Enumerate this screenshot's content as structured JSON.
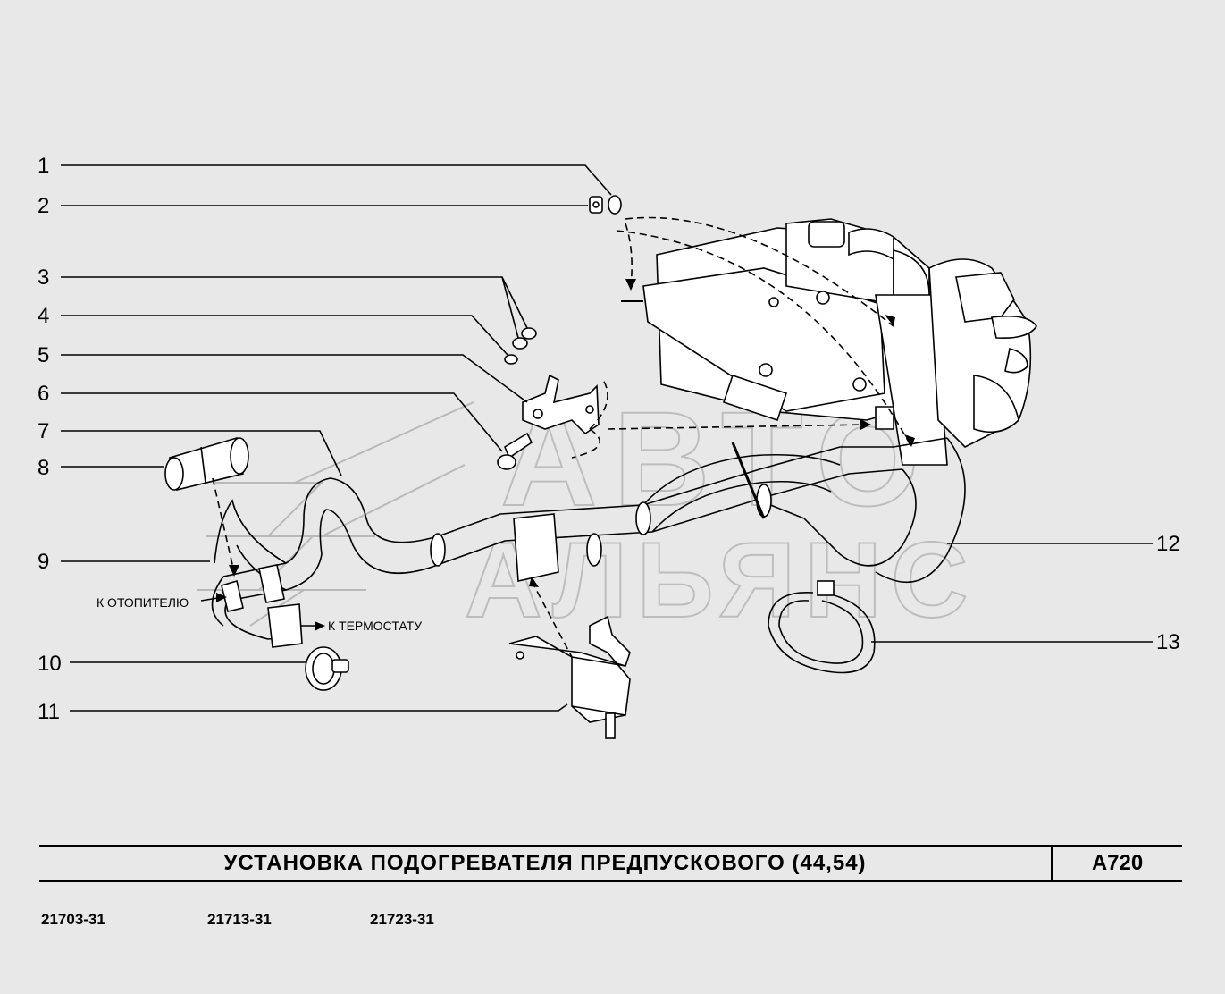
{
  "watermark": {
    "top": "АВТО",
    "bottom": "АЛЬЯНС"
  },
  "callouts": [
    "1",
    "2",
    "3",
    "4",
    "5",
    "6",
    "7",
    "8",
    "9",
    "10",
    "11",
    "12",
    "13"
  ],
  "destinations": {
    "heater": "К ОТОПИТЕЛЮ",
    "thermostat": "К ТЕРМОСТАТУ"
  },
  "title": "УСТАНОВКА  ПОДОГРЕВАТЕЛЯ  ПРЕДПУСКОВОГО  (44,54)",
  "page_code": "А720",
  "models": [
    "21703-31",
    "21713-31",
    "21723-31"
  ]
}
